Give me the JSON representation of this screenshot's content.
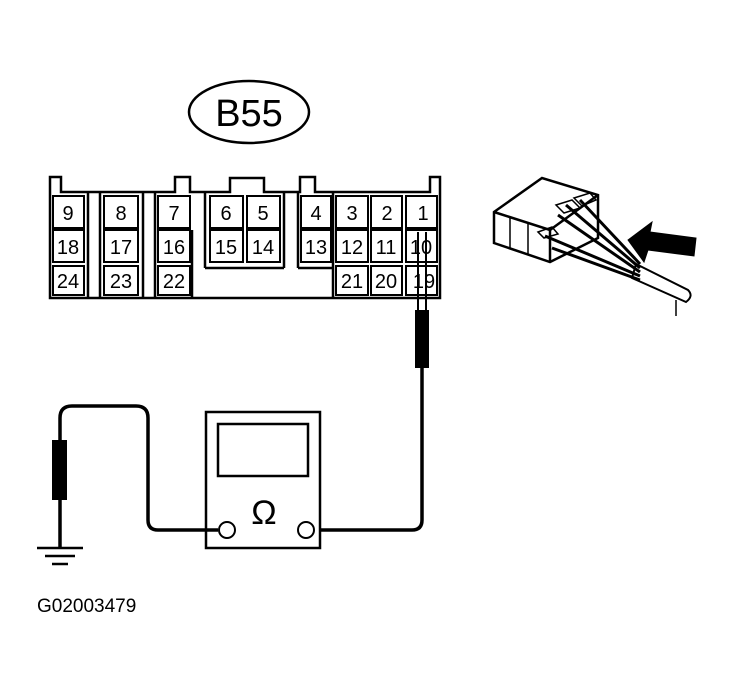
{
  "connector": {
    "id": "B55",
    "pins": [
      "1",
      "2",
      "3",
      "4",
      "5",
      "6",
      "7",
      "8",
      "9",
      "10",
      "11",
      "12",
      "13",
      "14",
      "15",
      "16",
      "17",
      "18",
      "19",
      "20",
      "21",
      "22",
      "23",
      "24"
    ]
  },
  "meter": {
    "symbol": "Ω"
  },
  "figure_code": "G02003479",
  "colors": {
    "line": "#000000",
    "background": "#ffffff"
  },
  "icons": [
    "ohmmeter-icon",
    "ground-icon",
    "probe-icon",
    "arrow-icon",
    "connector-icon"
  ]
}
